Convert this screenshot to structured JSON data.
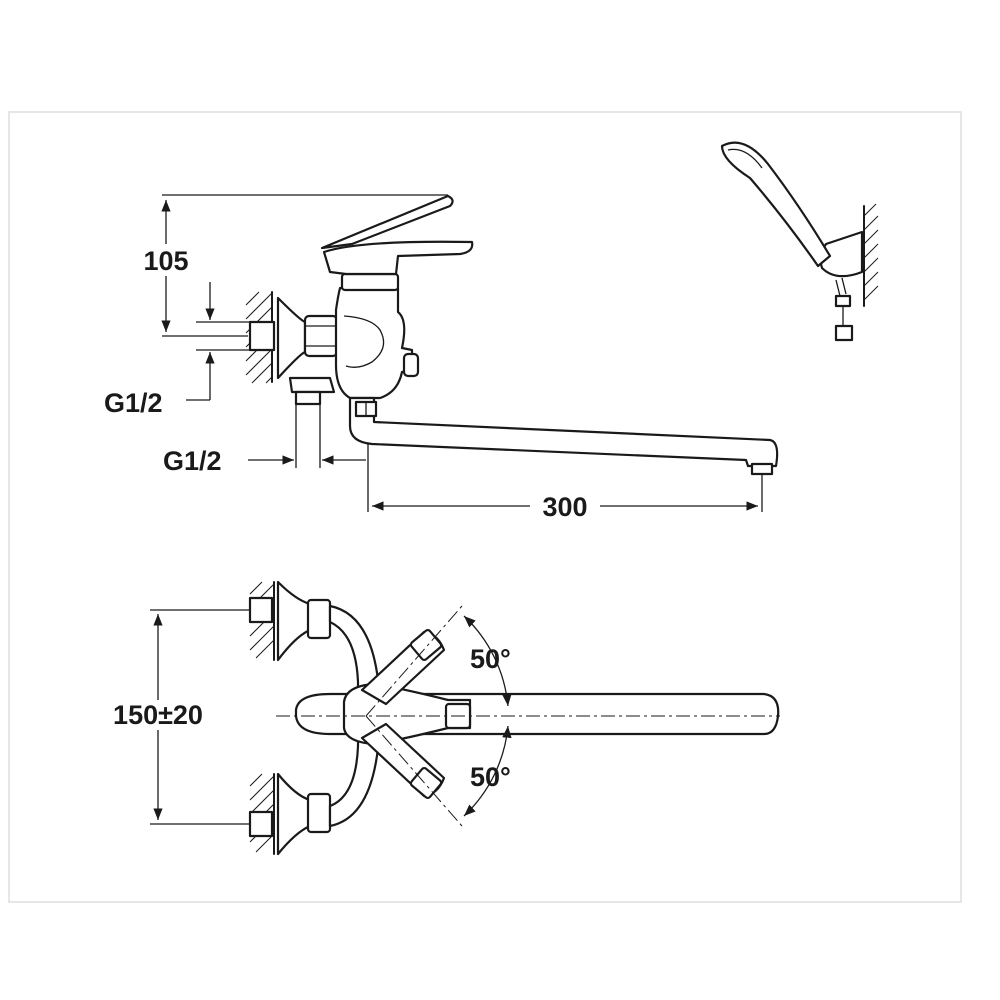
{
  "dimensions": {
    "height": "105",
    "inlet_thread": "G1/2",
    "outlet_thread": "G1/2",
    "spout_length": "300",
    "centers": "150±20",
    "angle_upper": "50°",
    "angle_lower": "50°"
  },
  "colors": {
    "line": "#1a1a1a",
    "frame": "#dddddd",
    "background": "#ffffff"
  }
}
